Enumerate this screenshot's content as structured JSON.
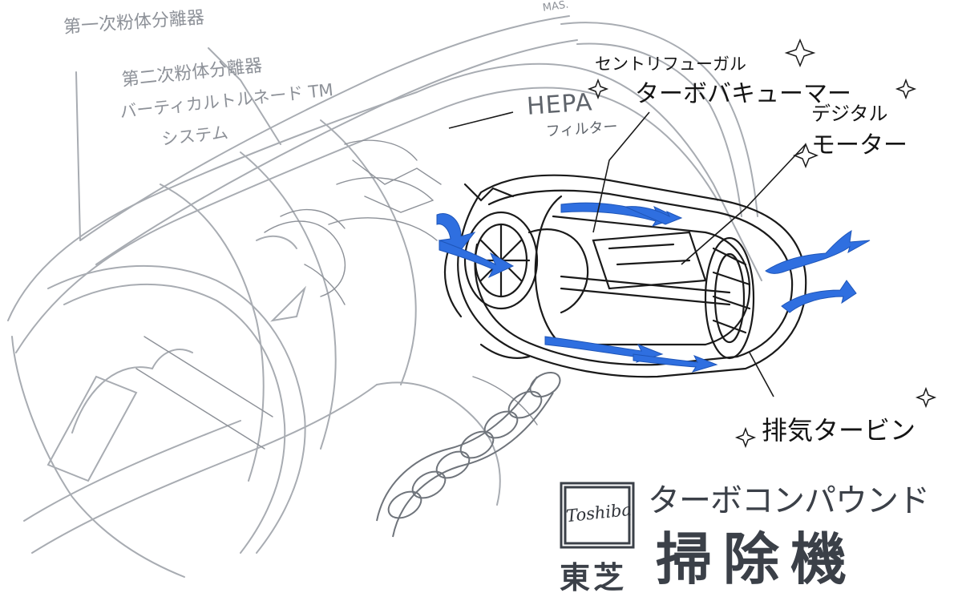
{
  "labels": {
    "primary_separator": "第一次粉体分離器",
    "secondary_separator": "第二次粉体分離器",
    "vortex": "バーティカルトルネード TM",
    "system": "システム",
    "hepa": "HEPA",
    "filter": "フィルター",
    "centrifugal": "セントリフューガル",
    "turbo_vacuum": "ターボバキューマー",
    "digital": "デジタル",
    "motor": "モーター",
    "exhaust_turbine": "排気タービン",
    "signature": "MAS."
  },
  "product": {
    "name": "ターボコンパウンド",
    "type": "掃除機"
  },
  "logo": {
    "script": "Toshiba",
    "brand": "東芝"
  },
  "colors": {
    "airflow": "#2f6fe0",
    "sketch_light": "#a8acb2",
    "sketch_mid": "#6f747b",
    "ink": "#141414",
    "title_ink": "#3b4048"
  }
}
